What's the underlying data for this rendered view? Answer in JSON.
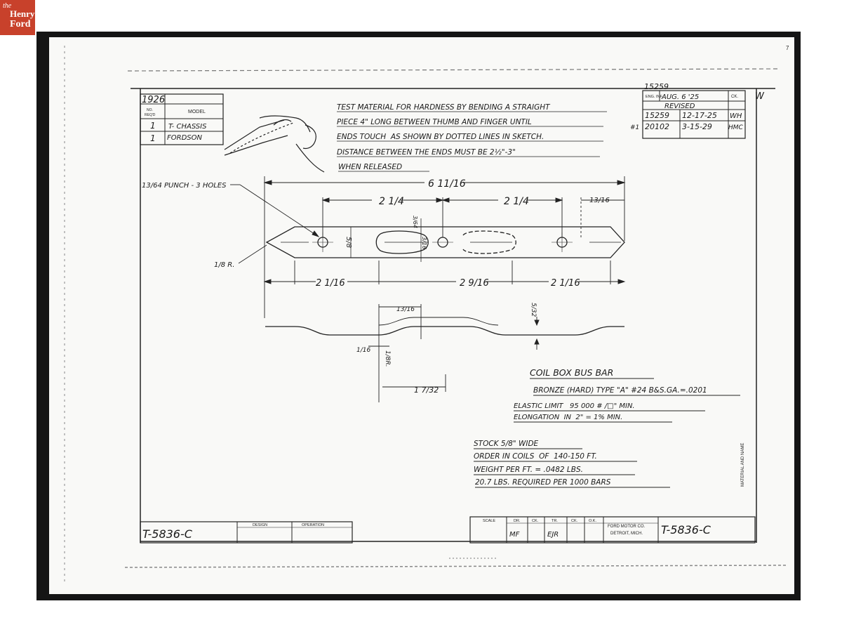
{
  "logo": {
    "the": "the",
    "line1": "Henry",
    "line2": "Ford"
  },
  "corner_mark": "7",
  "title_block_left": {
    "year": "1926",
    "header_no": "NO.",
    "header_reqd": "REQ'D",
    "header_model": "MODEL",
    "rows": [
      {
        "no": "1",
        "model": "T- CHASSIS"
      },
      {
        "no": "1",
        "model": "FORDSON"
      }
    ]
  },
  "note_lines": [
    "TEST MATERIAL FOR HARDNESS BY BENDING A STRAIGHT",
    "PIECE 4\" LONG BETWEEN THUMB AND FINGER UNTIL",
    "ENDS TOUCH  AS SHOWN BY DOTTED LINES IN SKETCH.",
    "DISTANCE BETWEEN THE ENDS MUST BE 2½\"-3\"",
    "WHEN RELEASED"
  ],
  "revision_block": {
    "top_number": "15259",
    "eng_inf": "ENG. INF",
    "date": "AUG. 6 '25",
    "ck": "CK.",
    "letter": "W",
    "revised": "REVISED",
    "marker": "#1",
    "rows": [
      {
        "number": "15259",
        "date": "12-17-25",
        "ck": "WH"
      },
      {
        "number": "20102",
        "date": "3-15-29",
        "ck": "HMC"
      }
    ]
  },
  "dimensions": {
    "overall": "6 11/16",
    "hole_spacing_left": "2 1/4",
    "hole_spacing_right": "2 1/4",
    "end_right": "13/16",
    "slot_width": "3/64",
    "slot_depth": "3/16",
    "bar_width": "5/8",
    "bottom_left": "2 1/16",
    "bottom_middle": "2 9/16",
    "bottom_right": "2 1/16",
    "side_13_16": "13/16",
    "thickness": "5/32",
    "small_1_16": "1/16",
    "radius_small": "1/8R.",
    "bottom_1_7_32": "1 7/32",
    "punch_note": "13/64 PUNCH - 3 HOLES",
    "end_radius": "1/8 R."
  },
  "part_spec": {
    "name": "COIL BOX BUS BAR",
    "material": "BRONZE (HARD) TYPE \"A\" #24 B&S.GA.=.0201",
    "elastic": "ELASTIC LIMIT   95 000 # /□\" MIN.",
    "elongation": "ELONGATION  IN  2\" = 1% MIN.",
    "stock": "STOCK 5/8\" WIDE",
    "order": "ORDER IN COILS  OF  140-150 FT.",
    "weight": "WEIGHT PER FT. = .0482 LBS.",
    "required": "20.7 LBS. REQUIRED PER 1000 BARS"
  },
  "side_label": "MATERIAL AND NAME",
  "footer": {
    "part_number_left": "T-5836-C",
    "design": "DESIGN",
    "operation": "OPERATION",
    "scale": "SCALE",
    "dr": "DR.",
    "ck": "CK.",
    "tr": "TR.",
    "ck2": "CK.",
    "ok": "O.K.",
    "dr_value": "MF",
    "tr_value": "EJR",
    "company_line1": "FORD MOTOR CO.",
    "company_line2": "DETROIT, MICH.",
    "part_number_right": "T-5836-C"
  }
}
